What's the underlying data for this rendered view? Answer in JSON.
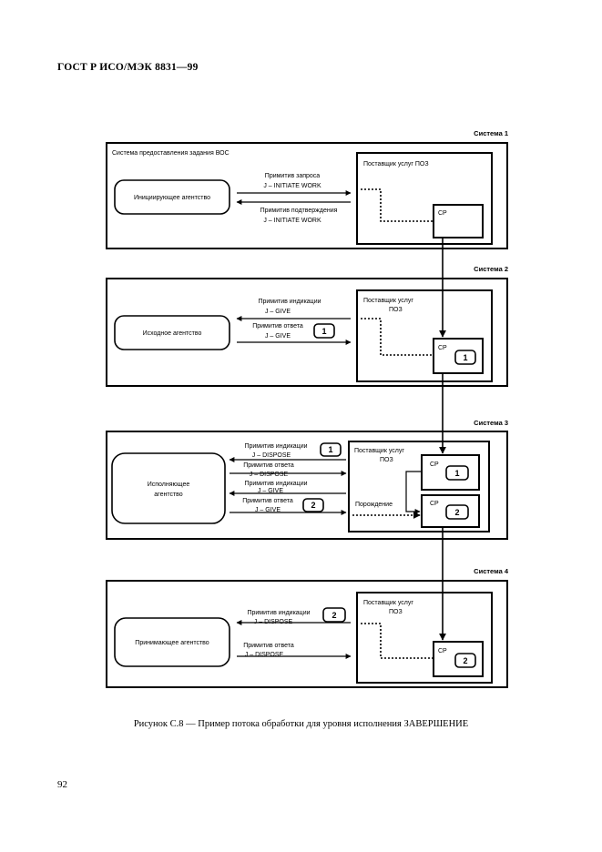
{
  "header": {
    "standard": "ГОСТ Р ИСО/МЭК 8831—99"
  },
  "caption": "Рисунок С.8 — Пример потока обработки для уровня исполнения ЗАВЕРШЕНИЕ",
  "page_number": "92",
  "diagram": {
    "systems": [
      "Система 1",
      "Система 2",
      "Система 3",
      "Система 4"
    ],
    "s1": {
      "service_title": "Система предоставления задания ВОС",
      "agent": "Инициирующее агентство",
      "provider": "Поставщик услуг ПОЗ",
      "cp": "СР",
      "msg1_l1": "Примитив запроса",
      "msg1_l2": "J – INITIATE WORK",
      "msg2_l1": "Примитив подтверждения",
      "msg2_l2": "J – INITIATE WORK"
    },
    "s2": {
      "agent": "Исходное агентство",
      "provider_l1": "Поставщик услуг",
      "provider_l2": "ПОЗ",
      "cp": "СР",
      "cp_num": "1",
      "msg1_l1": "Примитив индикации",
      "msg1_l2": "J – GIVE",
      "msg2_l1": "Примитив ответа",
      "msg2_l2": "J – GIVE",
      "msg2_num": "1"
    },
    "s3": {
      "agent_l1": "Исполняющее",
      "agent_l2": "агентство",
      "provider_l1": "Поставщик услуг",
      "provider_l2": "ПОЗ",
      "spawn": "Порождение",
      "cp1": "СР",
      "cp1_num": "1",
      "cp2": "СР",
      "cp2_num": "2",
      "msg1_l1": "Примитив индикации",
      "msg1_l2": "J – DISPOSE",
      "msg1_num": "1",
      "msg2_l1": "Примитив ответа",
      "msg2_l2": "J – DISPOSE",
      "msg3_l1": "Примитив индикации",
      "msg3_l2": "J – GIVE",
      "msg4_l1": "Примитив ответа",
      "msg4_l2": "J – GIVE",
      "msg4_num": "2"
    },
    "s4": {
      "agent": "Принимающее агентство",
      "provider_l1": "Поставщик услуг",
      "provider_l2": "ПОЗ",
      "cp": "СР",
      "cp_num": "2",
      "msg1_l1": "Примитив индикации",
      "msg1_l2": "J – DISPOSE",
      "msg1_num": "2",
      "msg2_l1": "Примитив ответа",
      "msg2_l2": "J – DISPOSE"
    }
  }
}
